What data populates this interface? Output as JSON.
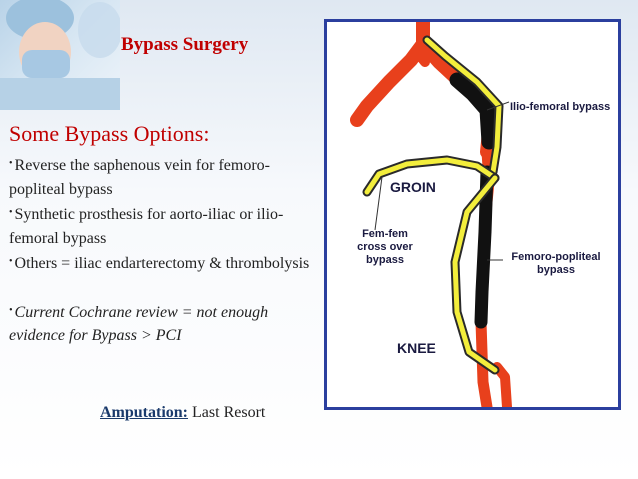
{
  "slide": {
    "title": "Bypass Surgery",
    "subtitle": "Some Bypass Options:",
    "bullets": [
      "Reverse the saphenous vein for femoro-popliteal bypass",
      "Synthetic prosthesis for aorto-iliac or ilio-femoral bypass",
      "Others = iliac endarterectomy & thrombolysis"
    ],
    "note": "Current Cochrane review = not enough evidence for Bypass > PCI",
    "amputation_label": "Amputation:",
    "amputation_text": "Last Resort"
  },
  "diagram": {
    "labels": {
      "ilio_femoral": "Ilio-femoral bypass",
      "groin": "GROIN",
      "fem_fem_line1": "Fem-fem",
      "fem_fem_line2": "cross over",
      "fem_fem_line3": "bypass",
      "femoro_popliteal_line1": "Femoro-popliteal",
      "femoro_popliteal_line2": "bypass",
      "knee": "KNEE"
    },
    "colors": {
      "artery": "#e8401c",
      "graft": "#f3ee3c",
      "occlusion": "#111111",
      "border": "#2b3f9e"
    }
  }
}
